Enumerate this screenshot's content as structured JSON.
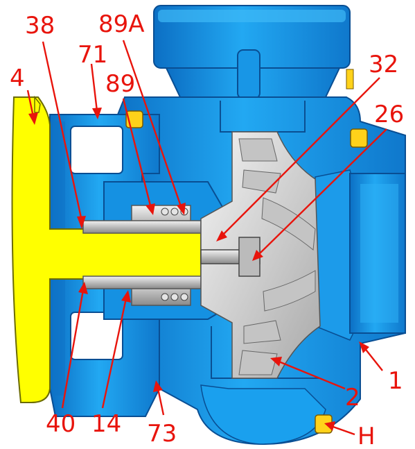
{
  "diagram": {
    "colors": {
      "casing": "#1aa3f0",
      "casing_dark": "#0b5fb0",
      "shaft": "#ffff00",
      "impeller": "#d9d9d9",
      "seal": "#b5b5b5",
      "bolt": "#ffd21a",
      "callout": "#e8140c",
      "background": "#ffffff"
    },
    "callouts": [
      {
        "id": "c38",
        "label": "38"
      },
      {
        "id": "c89A",
        "label": "89A"
      },
      {
        "id": "c71",
        "label": "71"
      },
      {
        "id": "c89",
        "label": "89"
      },
      {
        "id": "c4",
        "label": "4"
      },
      {
        "id": "c32",
        "label": "32"
      },
      {
        "id": "c26",
        "label": "26"
      },
      {
        "id": "c1",
        "label": "1"
      },
      {
        "id": "c2",
        "label": "2"
      },
      {
        "id": "c40",
        "label": "40"
      },
      {
        "id": "c14",
        "label": "14"
      },
      {
        "id": "c73",
        "label": "73"
      },
      {
        "id": "cH",
        "label": "H"
      }
    ]
  }
}
